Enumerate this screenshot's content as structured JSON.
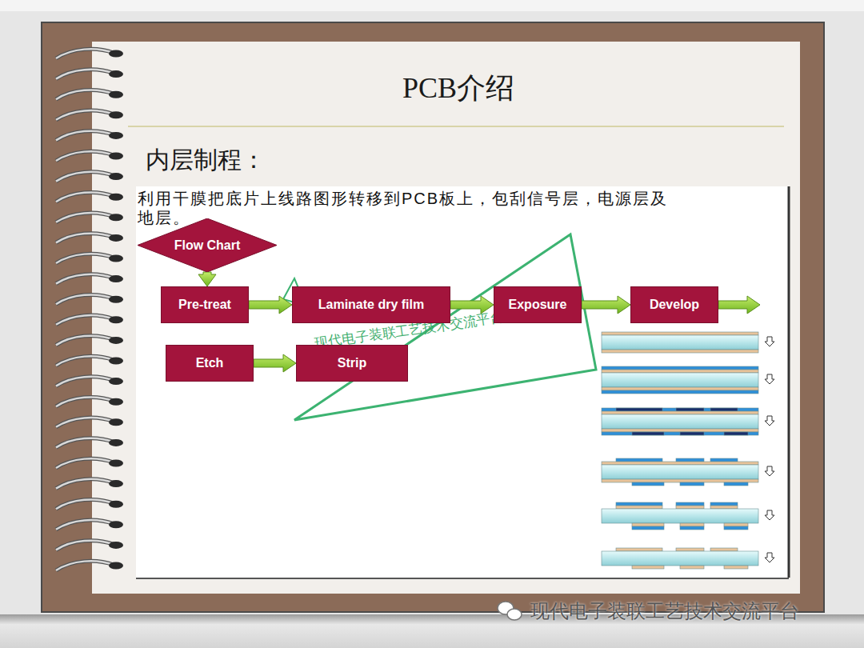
{
  "diagram": {
    "title": "PCB介绍",
    "nodes": [
      {
        "text": [
          "Flow Chart"
        ]
      },
      {
        "text": [
          "Pre-treat"
        ]
      },
      {
        "text": [
          "Laminate dry film"
        ]
      },
      {
        "text": [
          "Exposure"
        ]
      },
      {
        "text": [
          "Develop"
        ]
      },
      {
        "text": [
          "Etch"
        ]
      },
      {
        "text": [
          "Strip"
        ]
      }
    ],
    "edges": [
      {
        "from": 0,
        "to": 1,
        "arrow": "to"
      },
      {
        "from": 1,
        "to": 2,
        "arrow": "to"
      },
      {
        "from": 2,
        "to": 3,
        "arrow": "to"
      },
      {
        "from": 3,
        "to": 4,
        "arrow": "to"
      },
      {
        "from": 5,
        "to": 6,
        "arrow": "to"
      }
    ],
    "labels": [
      "内层制程：",
      "利用干膜把底片上线路图形转移到PCB板上，包刮信号层，电源层及地层。",
      "现代电子装联工艺技术交流平台",
      "现代电子装联工艺技术交流平台"
    ]
  }
}
